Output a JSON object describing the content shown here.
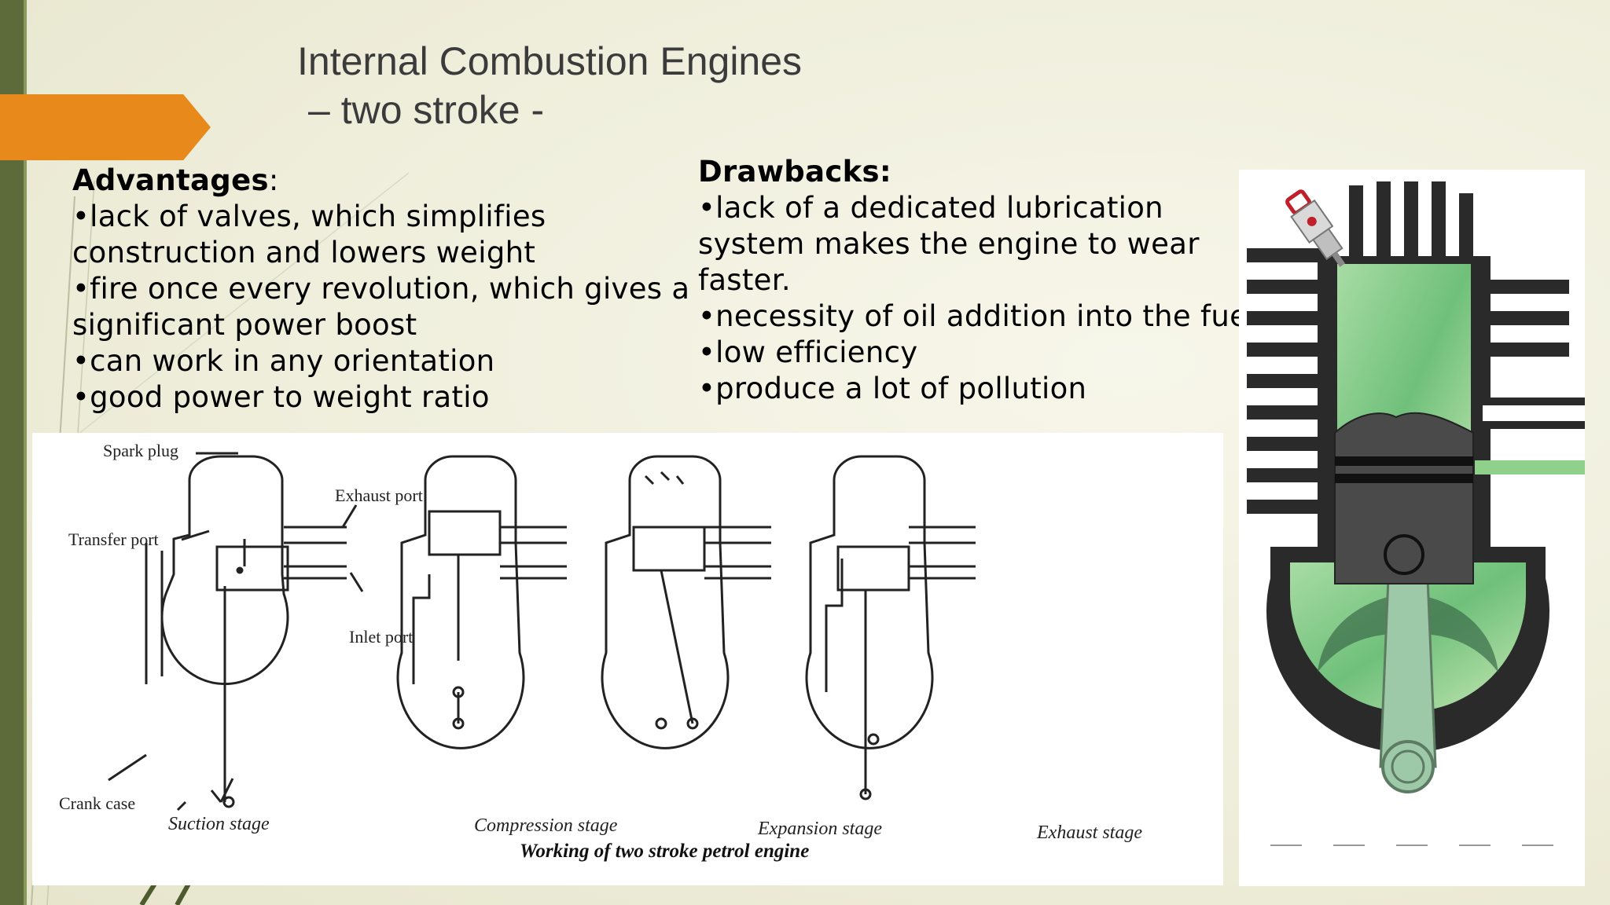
{
  "slide": {
    "title_line1": "Internal Combustion Engines",
    "title_line2": "– two stroke -"
  },
  "advantages": {
    "heading": "Advantages",
    "heading_suffix": ":",
    "lines": [
      "•lack of valves, which simplifies",
      "construction and lowers weight",
      "•fire once every revolution, which gives a",
      "significant power boost",
      "•can work in any orientation",
      "•good power to weight ratio"
    ]
  },
  "drawbacks": {
    "heading": "Drawbacks:",
    "lines": [
      "•lack of a dedicated lubrication",
      "system makes the engine to wear",
      "faster.",
      "•necessity of oil addition into the fuel",
      "•low efficiency",
      "•produce a lot of pollution"
    ]
  },
  "diagram": {
    "labels": {
      "spark_plug": "Spark plug",
      "exhaust_port": "Exhaust port",
      "transfer_port": "Transfer port",
      "inlet_port": "Inlet port",
      "crank_case": "Crank case"
    },
    "stages": [
      "Suction stage",
      "Compression stage",
      "Expansion stage",
      "Exhaust stage"
    ],
    "caption": "Working of two stroke petrol engine"
  },
  "colors": {
    "accent": "#e8891b",
    "side_bar": "#5d6b3a",
    "engine_green": "#8fd08a"
  }
}
